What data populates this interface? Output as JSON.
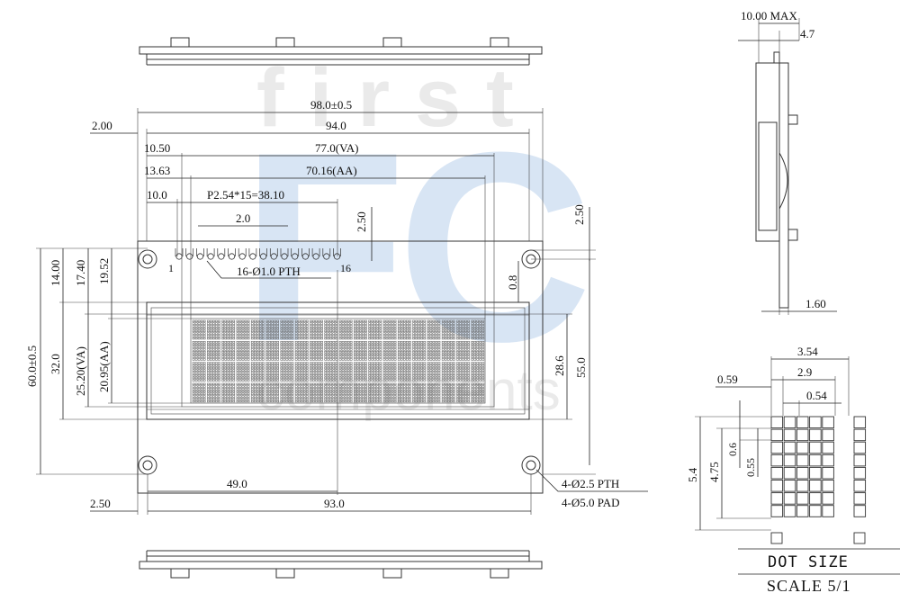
{
  "watermark": {
    "word": "first",
    "letters": "FC",
    "company": "components"
  },
  "front_view": {
    "overall_width": "98.0±0.5",
    "outline_width": "94.0",
    "va_width": "77.0(VA)",
    "aa_width": "70.16(AA)",
    "left_margin_outline": "2.00",
    "va_left": "10.50",
    "aa_left": "13.63",
    "pin1_left": "10.0",
    "pitch": "P2.54*15=38.10",
    "pitch_sub": "2.0",
    "pin_offset_left": "2.50",
    "pin_offset_right": "2.50",
    "pin_first": "1",
    "pin_last": "16",
    "pin_label": "16-Ø1.0 PTH",
    "pad_gap": "0.8",
    "height_total": "60.0±0.5",
    "height_va": "32.0",
    "height_va_label": "25.20(VA)",
    "height_aa_label": "20.95(AA)",
    "top_14": "14.00",
    "top_17": "17.40",
    "top_19": "19.52",
    "right_28": "28.6",
    "right_55": "55.0",
    "bottom_49": "49.0",
    "bottom_93": "93.0",
    "bottom_left": "2.50",
    "hole_pth": "4-Ø2.5 PTH",
    "hole_pad": "4-Ø5.0 PAD"
  },
  "side_view": {
    "max_thickness": "10.00 MAX",
    "thickness": "4.7",
    "pcb": "1.60"
  },
  "dot_detail": {
    "char_width": "3.54",
    "dots_width": "2.9",
    "dot_pitch_left": "0.59",
    "dot_width": "0.54",
    "char_height": "5.4",
    "dots_height": "4.75",
    "dot_pitch": "0.6",
    "dot_height": "0.55",
    "label": "DOT SIZE",
    "scale": "SCALE 5/1"
  }
}
